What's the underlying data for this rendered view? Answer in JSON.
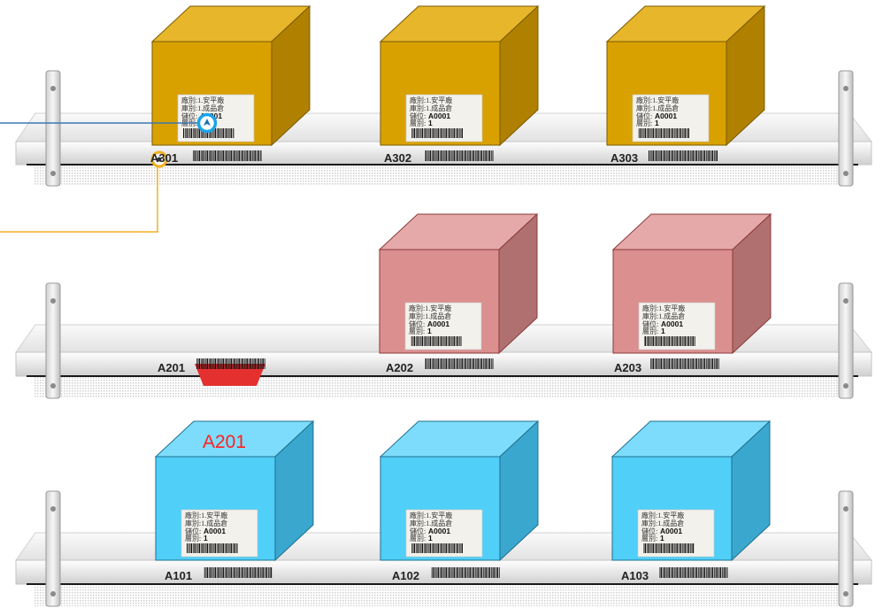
{
  "shelves": [
    {
      "row": "top",
      "slots": [
        {
          "code": "A301",
          "box": "gold"
        },
        {
          "code": "A302",
          "box": "gold"
        },
        {
          "code": "A303",
          "box": "gold"
        }
      ]
    },
    {
      "row": "middle",
      "slots": [
        {
          "code": "A201",
          "box": "none",
          "highlight": true
        },
        {
          "code": "A202",
          "box": "red"
        },
        {
          "code": "A203",
          "box": "red"
        }
      ]
    },
    {
      "row": "bottom",
      "slots": [
        {
          "code": "A101",
          "box": "blue",
          "tag": "A201"
        },
        {
          "code": "A102",
          "box": "blue"
        },
        {
          "code": "A103",
          "box": "blue"
        }
      ]
    }
  ],
  "labels": {
    "top": [
      "A301",
      "A302",
      "A303"
    ],
    "middle": [
      "A201",
      "A202",
      "A203"
    ],
    "bottom": [
      "A101",
      "A102",
      "A103"
    ]
  },
  "box_tag": {
    "text": "A201",
    "color": "#ff2020"
  },
  "carton_label": {
    "line1": "廠別:1.安平廠",
    "line2": "庫別:1.成品倉",
    "line3_prefix": "儲位:",
    "line3_value": "A0001",
    "line4_prefix": "層別:",
    "line4_value": "1"
  },
  "markers": {
    "blue_marker": {
      "icon": "pin-icon",
      "color": "#1aa3e8"
    },
    "orange_marker": {
      "icon": "target-icon",
      "color": "#f0b020"
    }
  },
  "colors": {
    "gold_front": "#d9a100",
    "gold_top": "#e8b62a",
    "gold_side": "#b08000",
    "red_front": "#dc8f8f",
    "red_top": "#e6a9a9",
    "red_side": "#b07070",
    "blue_front": "#50cff8",
    "blue_top": "#7ddcfb",
    "blue_side": "#3aa7cf",
    "connector_blue": "#3b78b4",
    "connector_orange": "#f0b020",
    "highlight_red": "#e53030"
  }
}
